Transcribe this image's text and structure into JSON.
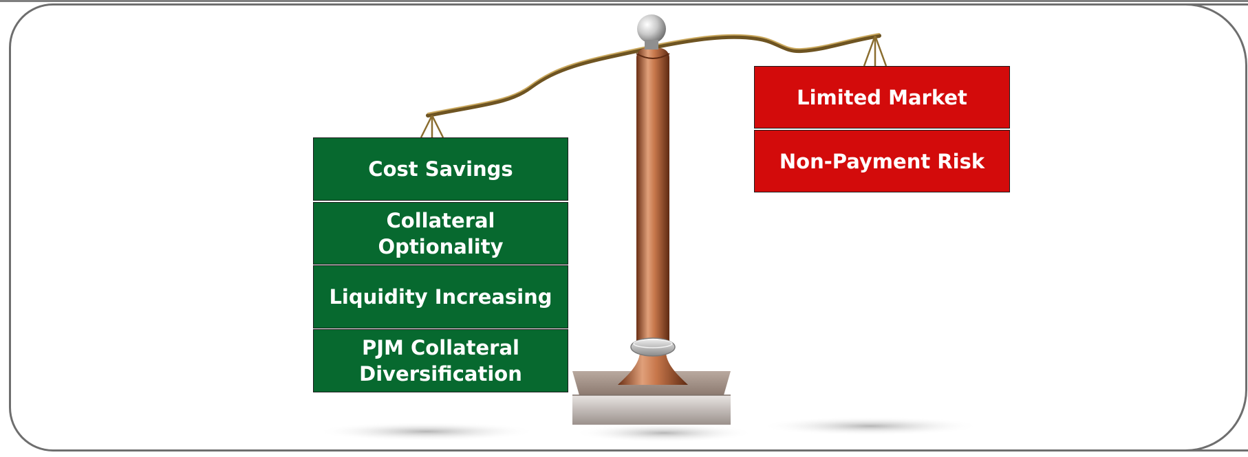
{
  "pros": [
    {
      "label": "Cost Savings"
    },
    {
      "label": "Collateral Optionality"
    },
    {
      "label": "Liquidity Increasing"
    },
    {
      "label": "PJM Collateral Diversification"
    }
  ],
  "cons": [
    {
      "label": "Limited Market"
    },
    {
      "label": "Non-Payment Risk"
    }
  ],
  "colors": {
    "pro_box": "#07692f",
    "con_box": "#d30b0b",
    "frame": "#6e6e6e",
    "beam": "#8a6d2f",
    "post": "#b0643a"
  }
}
